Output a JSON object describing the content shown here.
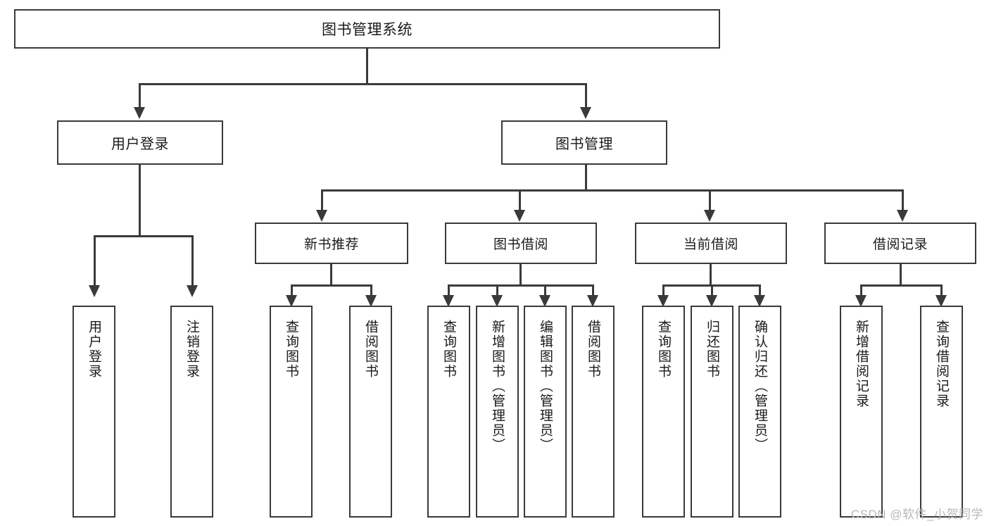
{
  "diagram": {
    "type": "tree",
    "title": "图书管理系统",
    "root": {
      "id": "root",
      "label": "图书管理系统"
    },
    "level1": [
      {
        "id": "user-login",
        "label": "用户登录"
      },
      {
        "id": "book-manage",
        "label": "图书管理"
      }
    ],
    "level2": [
      {
        "id": "new-book-rec",
        "label": "新书推荐",
        "parent": "book-manage"
      },
      {
        "id": "book-borrow",
        "label": "图书借阅",
        "parent": "book-manage"
      },
      {
        "id": "current-borrow",
        "label": "当前借阅",
        "parent": "book-manage"
      },
      {
        "id": "borrow-record",
        "label": "借阅记录",
        "parent": "book-manage"
      }
    ],
    "leaves": [
      {
        "id": "leaf-user-login",
        "label": "用户登录",
        "parent": "user-login"
      },
      {
        "id": "leaf-logout",
        "label": "注销登录",
        "parent": "user-login"
      },
      {
        "id": "leaf-query-book-1",
        "label": "查询图书",
        "parent": "new-book-rec"
      },
      {
        "id": "leaf-borrow-book-1",
        "label": "借阅图书",
        "parent": "new-book-rec"
      },
      {
        "id": "leaf-query-book-2",
        "label": "查询图书",
        "parent": "book-borrow"
      },
      {
        "id": "leaf-add-book",
        "label": "新增图书（管理员）",
        "parent": "book-borrow"
      },
      {
        "id": "leaf-edit-book",
        "label": "编辑图书（管理员）",
        "parent": "book-borrow"
      },
      {
        "id": "leaf-borrow-book-2",
        "label": "借阅图书",
        "parent": "book-borrow"
      },
      {
        "id": "leaf-query-book-3",
        "label": "查询图书",
        "parent": "current-borrow"
      },
      {
        "id": "leaf-return-book",
        "label": "归还图书",
        "parent": "current-borrow"
      },
      {
        "id": "leaf-confirm-return",
        "label": "确认归还（管理员）",
        "parent": "current-borrow"
      },
      {
        "id": "leaf-add-record",
        "label": "新增借阅记录",
        "parent": "borrow-record"
      },
      {
        "id": "leaf-query-record",
        "label": "查询借阅记录",
        "parent": "borrow-record"
      }
    ]
  },
  "watermark": {
    "text": "CSDN @软件_小贺同学"
  },
  "colors": {
    "stroke": "#3a3a3a",
    "text": "#1a1a1a",
    "background": "#ffffff",
    "watermark": "#b8b8b8"
  }
}
